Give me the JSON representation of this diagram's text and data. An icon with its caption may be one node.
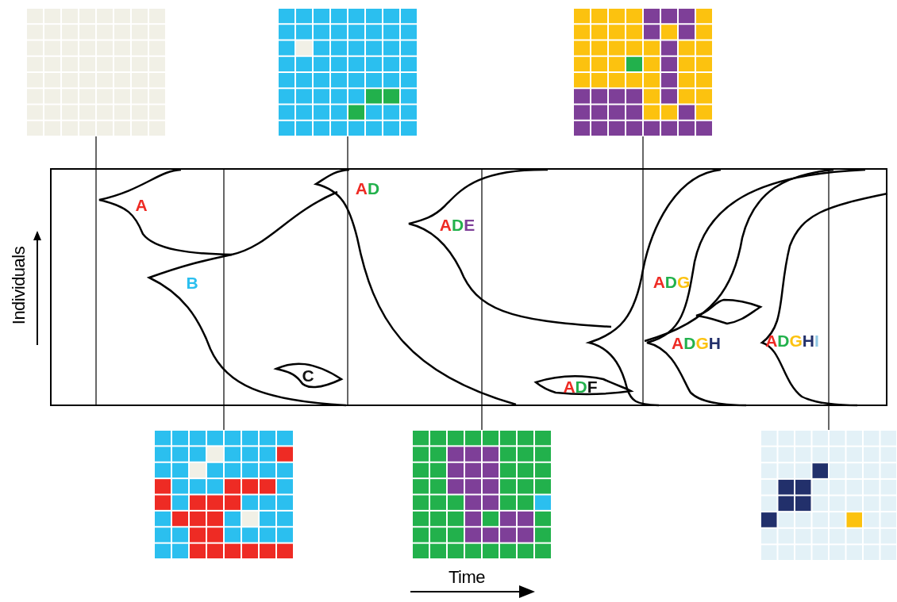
{
  "diagram": {
    "nodes": [
      {
        "text": [],
        "shape": "grid"
      },
      {
        "text": [],
        "shape": "grid"
      },
      {
        "text": [],
        "shape": "grid"
      },
      {
        "text": [],
        "shape": "box"
      },
      {
        "text": [
          "A"
        ],
        "in": 3
      },
      {
        "text": [
          "AD"
        ],
        "in": 3
      },
      {
        "text": [
          "ADE"
        ],
        "in": 3
      },
      {
        "text": [
          "B"
        ],
        "in": 3
      },
      {
        "text": [
          "ADG"
        ],
        "in": 3
      },
      {
        "text": [],
        "shape": "leaf",
        "in": 3
      },
      {
        "text": [
          "ADGH"
        ],
        "in": 3
      },
      {
        "text": [
          "ADGHI"
        ],
        "in": 3
      },
      {
        "text": [
          "C"
        ],
        "in": 3
      },
      {
        "text": [
          "ADF"
        ],
        "in": 3
      },
      {
        "text": [],
        "shape": "grid"
      },
      {
        "text": [],
        "shape": "grid"
      },
      {
        "text": [],
        "shape": "grid"
      }
    ],
    "edges": [
      {
        "from": 0,
        "to": 3,
        "arrow": "none"
      },
      {
        "from": 1,
        "to": 3,
        "arrow": "none"
      },
      {
        "from": 2,
        "to": 3,
        "arrow": "none"
      },
      {
        "from": 14,
        "to": 3,
        "arrow": "none"
      },
      {
        "from": 15,
        "to": 3,
        "arrow": "none"
      },
      {
        "from": 16,
        "to": 3,
        "arrow": "none"
      }
    ],
    "labels": [
      "Individuals",
      "Time"
    ]
  }
}
